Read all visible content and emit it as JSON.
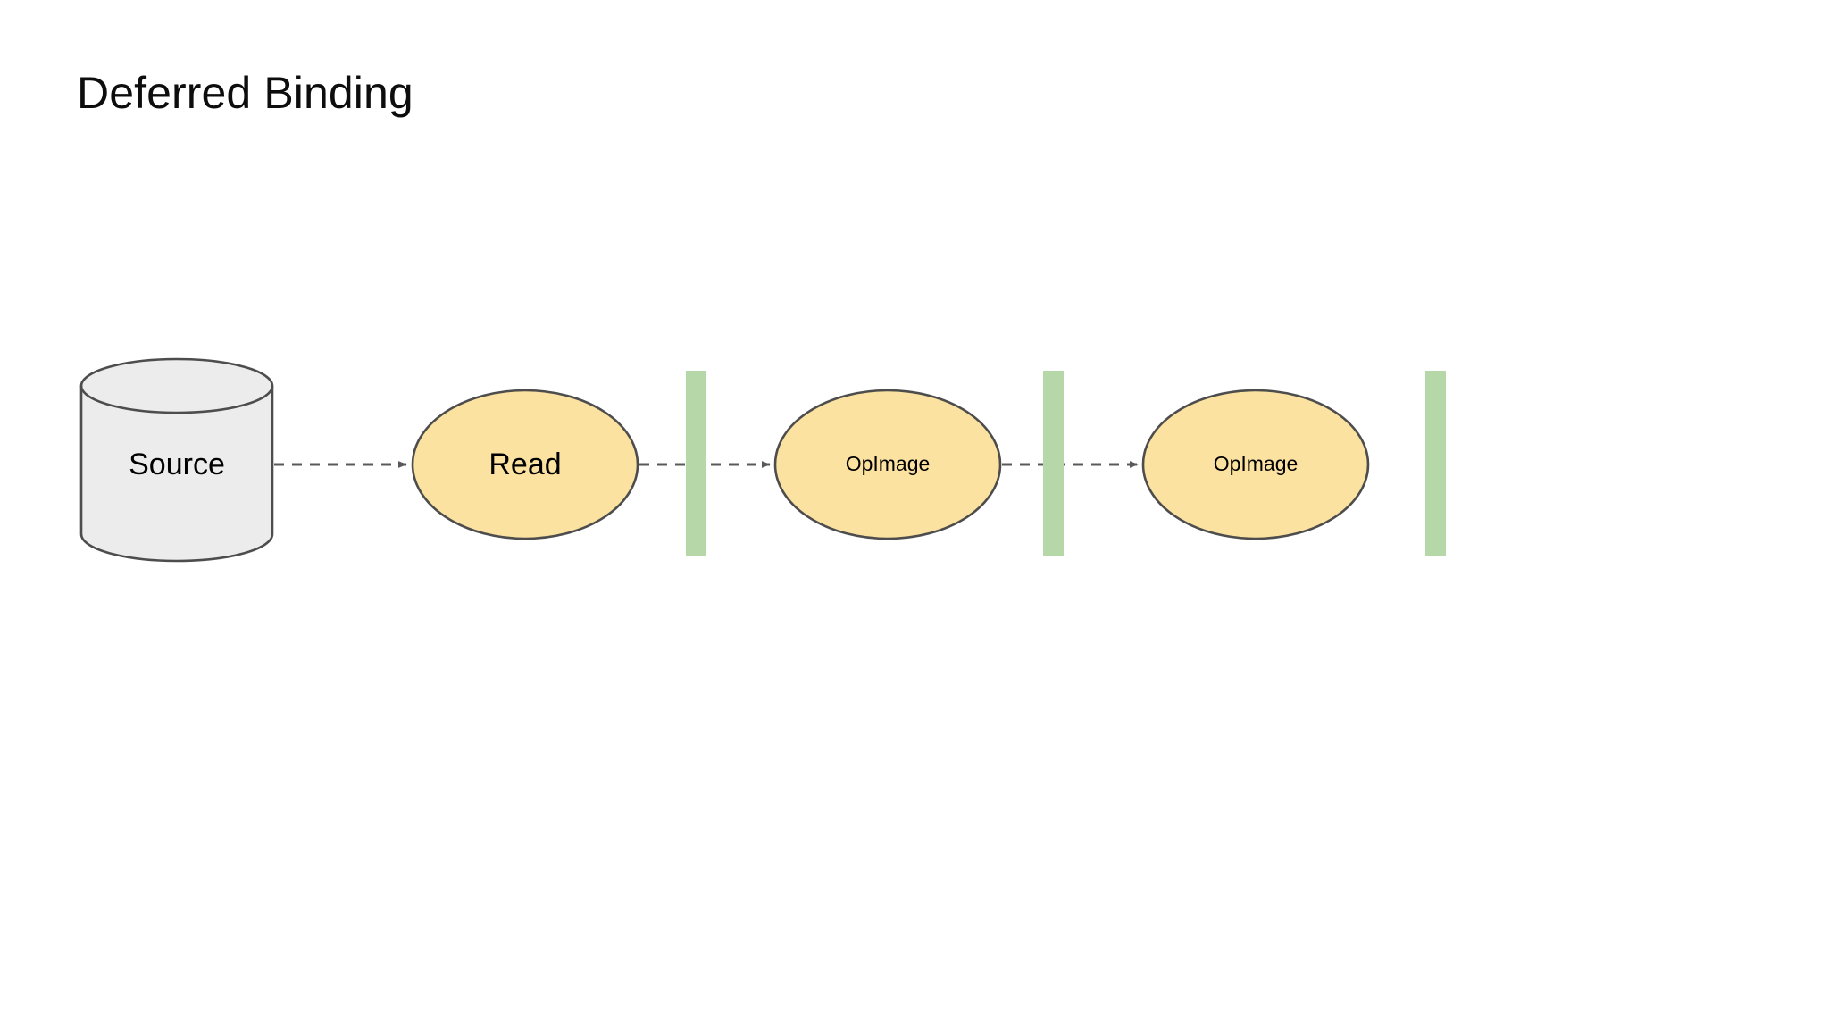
{
  "slide": {
    "title": "Deferred Binding",
    "background_color": "#FFFFFF",
    "title_color": "#0D0D0D"
  },
  "palette": {
    "cylinder_fill": "#ECECEC",
    "cylinder_stroke": "#4D4D4D",
    "ellipse_fill": "#FCE2A0",
    "ellipse_stroke": "#4D4D4D",
    "bar_fill": "#B6D8A8",
    "arrow_color": "#595959",
    "text_color": "#000000"
  },
  "diagram": {
    "type": "pipeline-flow",
    "orientation": "left-to-right",
    "nodes": [
      {
        "id": "source",
        "label": "Source",
        "shape": "cylinder",
        "fill": "#ECECEC",
        "stroke": "#4D4D4D"
      },
      {
        "id": "read",
        "label": "Read",
        "shape": "ellipse",
        "fill": "#FCE2A0",
        "stroke": "#4D4D4D"
      },
      {
        "id": "opimage1",
        "label": "OpImage",
        "shape": "ellipse",
        "fill": "#FCE2A0",
        "stroke": "#4D4D4D"
      },
      {
        "id": "opimage2",
        "label": "OpImage",
        "shape": "ellipse",
        "fill": "#FCE2A0",
        "stroke": "#4D4D4D"
      }
    ],
    "barriers": [
      {
        "id": "barrier-1",
        "fill": "#B6D8A8"
      },
      {
        "id": "barrier-2",
        "fill": "#B6D8A8"
      },
      {
        "id": "barrier-3",
        "fill": "#B6D8A8"
      }
    ],
    "connectors": [
      {
        "id": "edge-source-read",
        "from": "source",
        "to": "read",
        "style": "dashed",
        "arrowhead": "filled-triangle",
        "label": ""
      },
      {
        "id": "edge-read-opimage1",
        "from": "read",
        "to": "opimage1",
        "style": "dashed",
        "arrowhead": "filled-triangle",
        "label": ""
      },
      {
        "id": "edge-opimage1-opimage2",
        "from": "opimage1",
        "to": "opimage2",
        "style": "dashed",
        "arrowhead": "filled-triangle",
        "label": ""
      }
    ]
  }
}
